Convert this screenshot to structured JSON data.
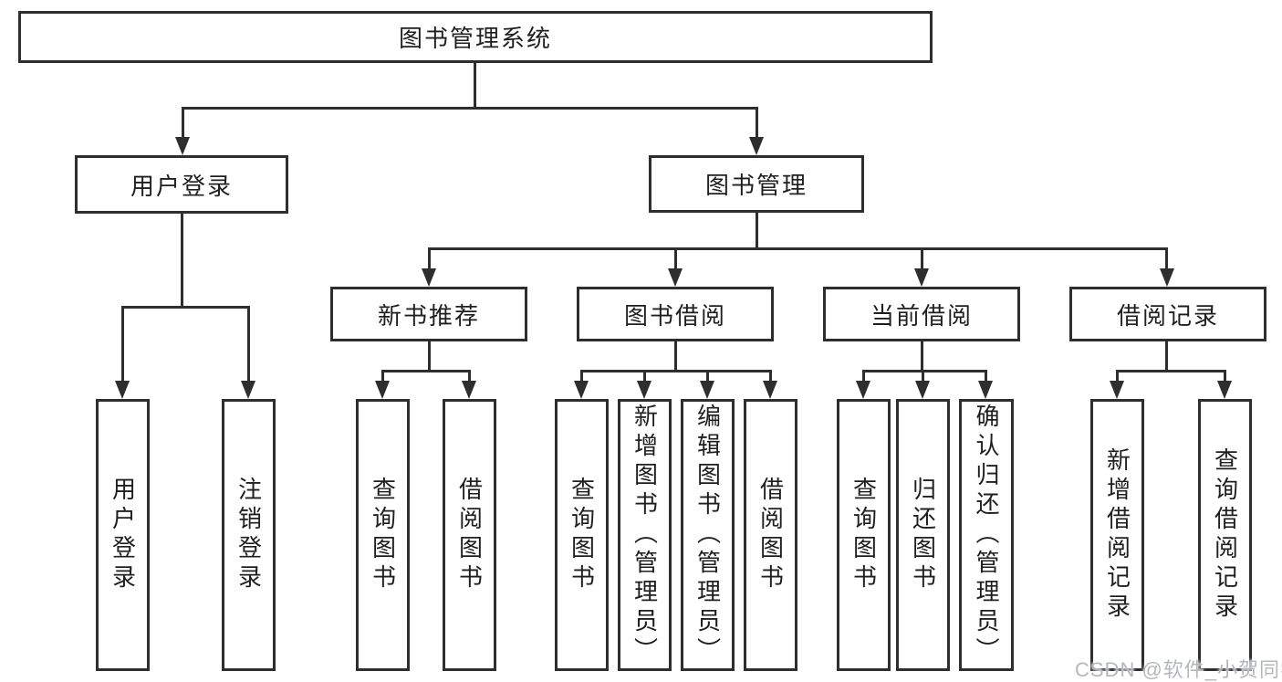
{
  "diagram": {
    "title": "图书管理系统",
    "colors": {
      "line": "#2e2e2e",
      "box_background": "#ffffff",
      "text": "#1f1f1f",
      "watermark": "#b4b8bc"
    },
    "root": {
      "label": "图书管理系统"
    },
    "tier1": [
      {
        "label": "用户登录"
      },
      {
        "label": "图书管理"
      }
    ],
    "tier2": [
      {
        "label": "新书推荐"
      },
      {
        "label": "图书借阅"
      },
      {
        "label": "当前借阅"
      },
      {
        "label": "借阅记录"
      }
    ],
    "leaves": {
      "user_login": [
        "用户登录",
        "注销登录"
      ],
      "new_book": [
        "查询图书",
        "借阅图书"
      ],
      "book_borrow": [
        "查询图书",
        "新增图书（管理员）",
        "编辑图书（管理员）",
        "借阅图书"
      ],
      "current_borrow": [
        "查询图书",
        "归还图书",
        "确认归还（管理员）"
      ],
      "borrow_record": [
        "新增借阅记录",
        "查询借阅记录"
      ]
    },
    "watermark": "CSDN @软件_小贺同学"
  }
}
